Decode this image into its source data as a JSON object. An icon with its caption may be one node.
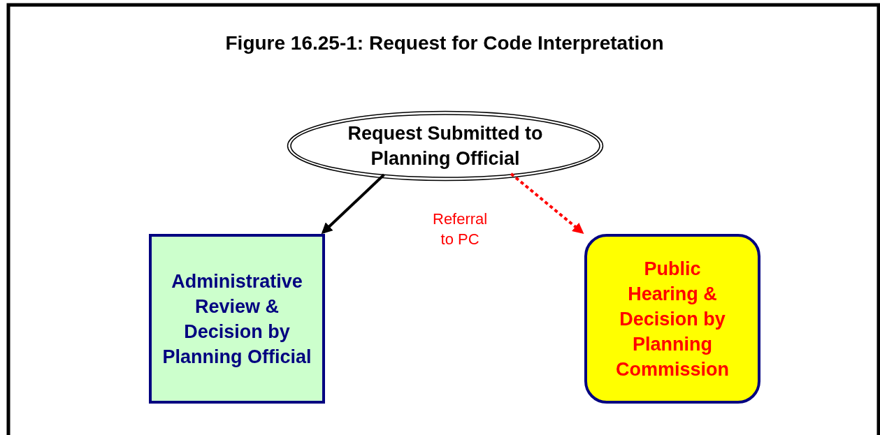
{
  "diagram": {
    "title": "Figure 16.25-1:  Request for Code Interpretation",
    "nodes": [
      {
        "text": [
          "Request Submitted to Planning Official"
        ]
      },
      {
        "text": [
          "Administrative Review & Decision by Planning Official"
        ]
      },
      {
        "text": [
          "Public Hearing & Decision by Planning Commission"
        ]
      }
    ],
    "edges": [
      {
        "from": 0,
        "to": 1,
        "arrow": "to"
      },
      {
        "from": 0,
        "to": 2,
        "arrow": "to",
        "label": "Referral to PC",
        "style": "dashed",
        "color": "#ff0000"
      }
    ]
  }
}
